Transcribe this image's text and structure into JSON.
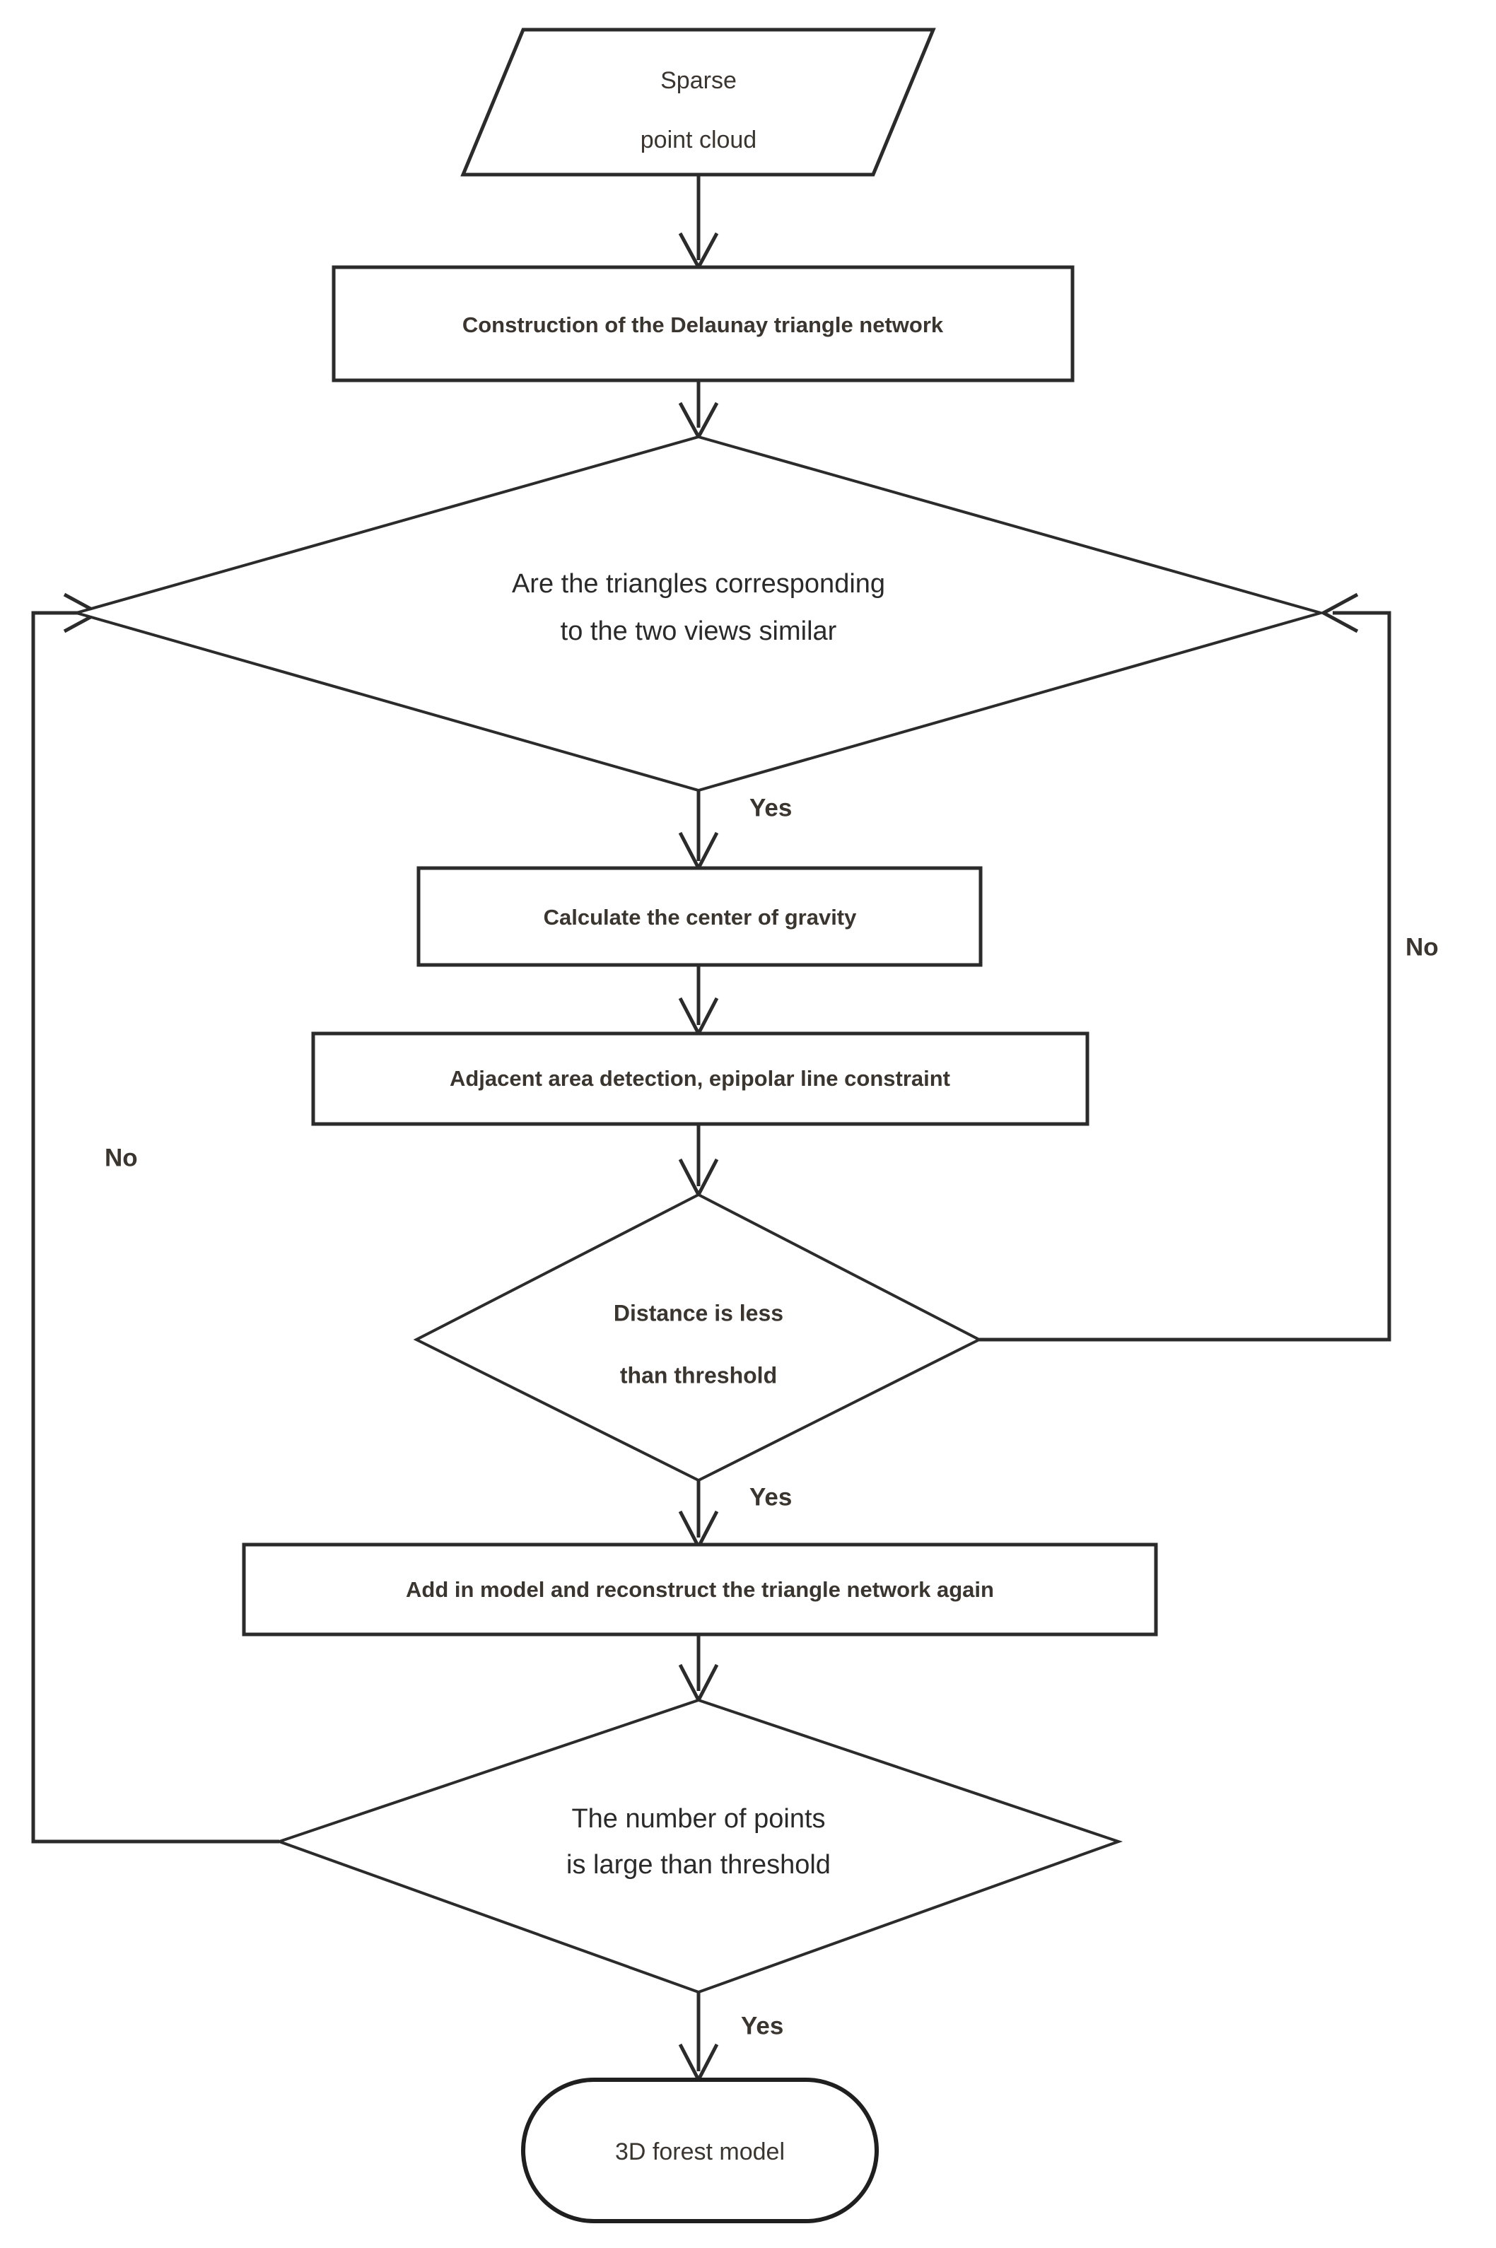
{
  "diagram": {
    "title": "3D forest model reconstruction flowchart",
    "type": "flowchart",
    "colors": {
      "stroke": "#2b2b2b",
      "node_text": "#3b3530",
      "decision_text": "#2a2a2a",
      "background": "#ffffff"
    },
    "nodes": [
      {
        "id": "sparse-point-cloud",
        "shape": "parallelogram",
        "line1": "Sparse",
        "line2": "point cloud"
      },
      {
        "id": "delaunay-construction",
        "shape": "process",
        "line1": "Construction of the Delaunay triangle network"
      },
      {
        "id": "triangles-similar-decision",
        "shape": "decision",
        "line1": "Are the triangles corresponding",
        "line2": "to the two views similar"
      },
      {
        "id": "center-of-gravity",
        "shape": "process",
        "line1": "Calculate the center of gravity"
      },
      {
        "id": "adjacent-area-detection",
        "shape": "process",
        "line1": "Adjacent area detection, epipolar line constraint"
      },
      {
        "id": "distance-threshold-decision",
        "shape": "decision",
        "line1": "Distance is less",
        "line2": "than threshold"
      },
      {
        "id": "add-in-model",
        "shape": "process",
        "line1": "Add in model and reconstruct the triangle network again"
      },
      {
        "id": "point-count-decision",
        "shape": "decision",
        "line1": "The number of points",
        "line2": "is large than threshold"
      },
      {
        "id": "forest-model-terminator",
        "shape": "terminator",
        "line1": "3D forest model"
      }
    ],
    "edge_labels": {
      "yes_after_triangles": "Yes",
      "no_right_loop": "No",
      "no_left_loop": "No",
      "yes_after_distance": "Yes",
      "yes_after_point_count": "Yes"
    }
  }
}
